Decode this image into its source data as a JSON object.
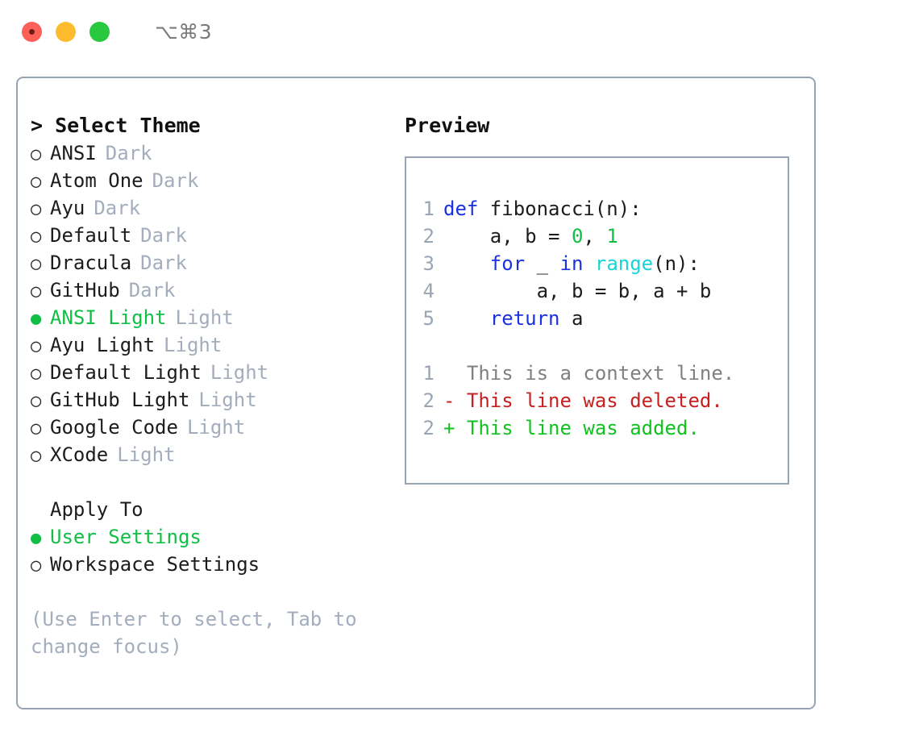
{
  "titlebar": {
    "shortcut": "⌥⌘3",
    "lights": [
      {
        "name": "close",
        "color": "#fc6058"
      },
      {
        "name": "minimize",
        "color": "#fdbc2e"
      },
      {
        "name": "maximize",
        "color": "#28c93f"
      }
    ]
  },
  "colors": {
    "border": "#98a3b3",
    "accent_green": "#11bf45",
    "muted": "#a3adbc",
    "keyword_blue": "#1a31e0",
    "function_cyan": "#18d4d4",
    "number_green": "#11bf45",
    "diff_deleted": "#c62020",
    "diff_added": "#11c21f",
    "line_number": "#9aa5b4"
  },
  "theme_picker": {
    "header": "> Select Theme",
    "items": [
      {
        "bullet": "○",
        "label": "ANSI",
        "tag": "Dark",
        "selected": false
      },
      {
        "bullet": "○",
        "label": "Atom One",
        "tag": "Dark",
        "selected": false
      },
      {
        "bullet": "○",
        "label": "Ayu",
        "tag": "Dark",
        "selected": false
      },
      {
        "bullet": "○",
        "label": "Default",
        "tag": "Dark",
        "selected": false
      },
      {
        "bullet": "○",
        "label": "Dracula",
        "tag": "Dark",
        "selected": false
      },
      {
        "bullet": "○",
        "label": "GitHub",
        "tag": "Dark",
        "selected": false
      },
      {
        "bullet": "●",
        "label": "ANSI Light",
        "tag": "Light",
        "selected": true
      },
      {
        "bullet": "○",
        "label": "Ayu Light",
        "tag": "Light",
        "selected": false
      },
      {
        "bullet": "○",
        "label": "Default Light",
        "tag": "Light",
        "selected": false
      },
      {
        "bullet": "○",
        "label": "GitHub Light",
        "tag": "Light",
        "selected": false
      },
      {
        "bullet": "○",
        "label": "Google Code",
        "tag": "Light",
        "selected": false
      },
      {
        "bullet": "○",
        "label": "XCode",
        "tag": "Light",
        "selected": false
      }
    ]
  },
  "apply_to": {
    "header": "Apply To",
    "items": [
      {
        "bullet": "●",
        "label": "User Settings",
        "selected": true
      },
      {
        "bullet": "○",
        "label": "Workspace Settings",
        "selected": false
      }
    ]
  },
  "hint": "(Use Enter to select, Tab to change focus)",
  "preview": {
    "title": "Preview",
    "code_lines": [
      {
        "n": "1",
        "tokens": [
          {
            "t": "def",
            "c": "kw"
          },
          {
            "t": " fibonacci(n):",
            "c": "plain"
          }
        ]
      },
      {
        "n": "2",
        "tokens": [
          {
            "t": "    a, b = ",
            "c": "plain"
          },
          {
            "t": "0",
            "c": "num"
          },
          {
            "t": ", ",
            "c": "plain"
          },
          {
            "t": "1",
            "c": "num"
          }
        ]
      },
      {
        "n": "3",
        "tokens": [
          {
            "t": "    ",
            "c": "plain"
          },
          {
            "t": "for",
            "c": "kw"
          },
          {
            "t": " _ ",
            "c": "plain"
          },
          {
            "t": "in",
            "c": "kw"
          },
          {
            "t": " ",
            "c": "plain"
          },
          {
            "t": "range",
            "c": "fn"
          },
          {
            "t": "(n):",
            "c": "plain"
          }
        ]
      },
      {
        "n": "4",
        "tokens": [
          {
            "t": "        a, b = b, a + b",
            "c": "plain"
          }
        ]
      },
      {
        "n": "5",
        "tokens": [
          {
            "t": "    ",
            "c": "plain"
          },
          {
            "t": "return",
            "c": "kw"
          },
          {
            "t": " a",
            "c": "plain"
          }
        ]
      }
    ],
    "diff_lines": [
      {
        "n": "1",
        "marker": " ",
        "text": " This is a context line.",
        "c": "ctx"
      },
      {
        "n": "2",
        "marker": "-",
        "text": " This line was deleted.",
        "c": "del"
      },
      {
        "n": "2",
        "marker": "+",
        "text": " This line was added.",
        "c": "add"
      }
    ]
  }
}
